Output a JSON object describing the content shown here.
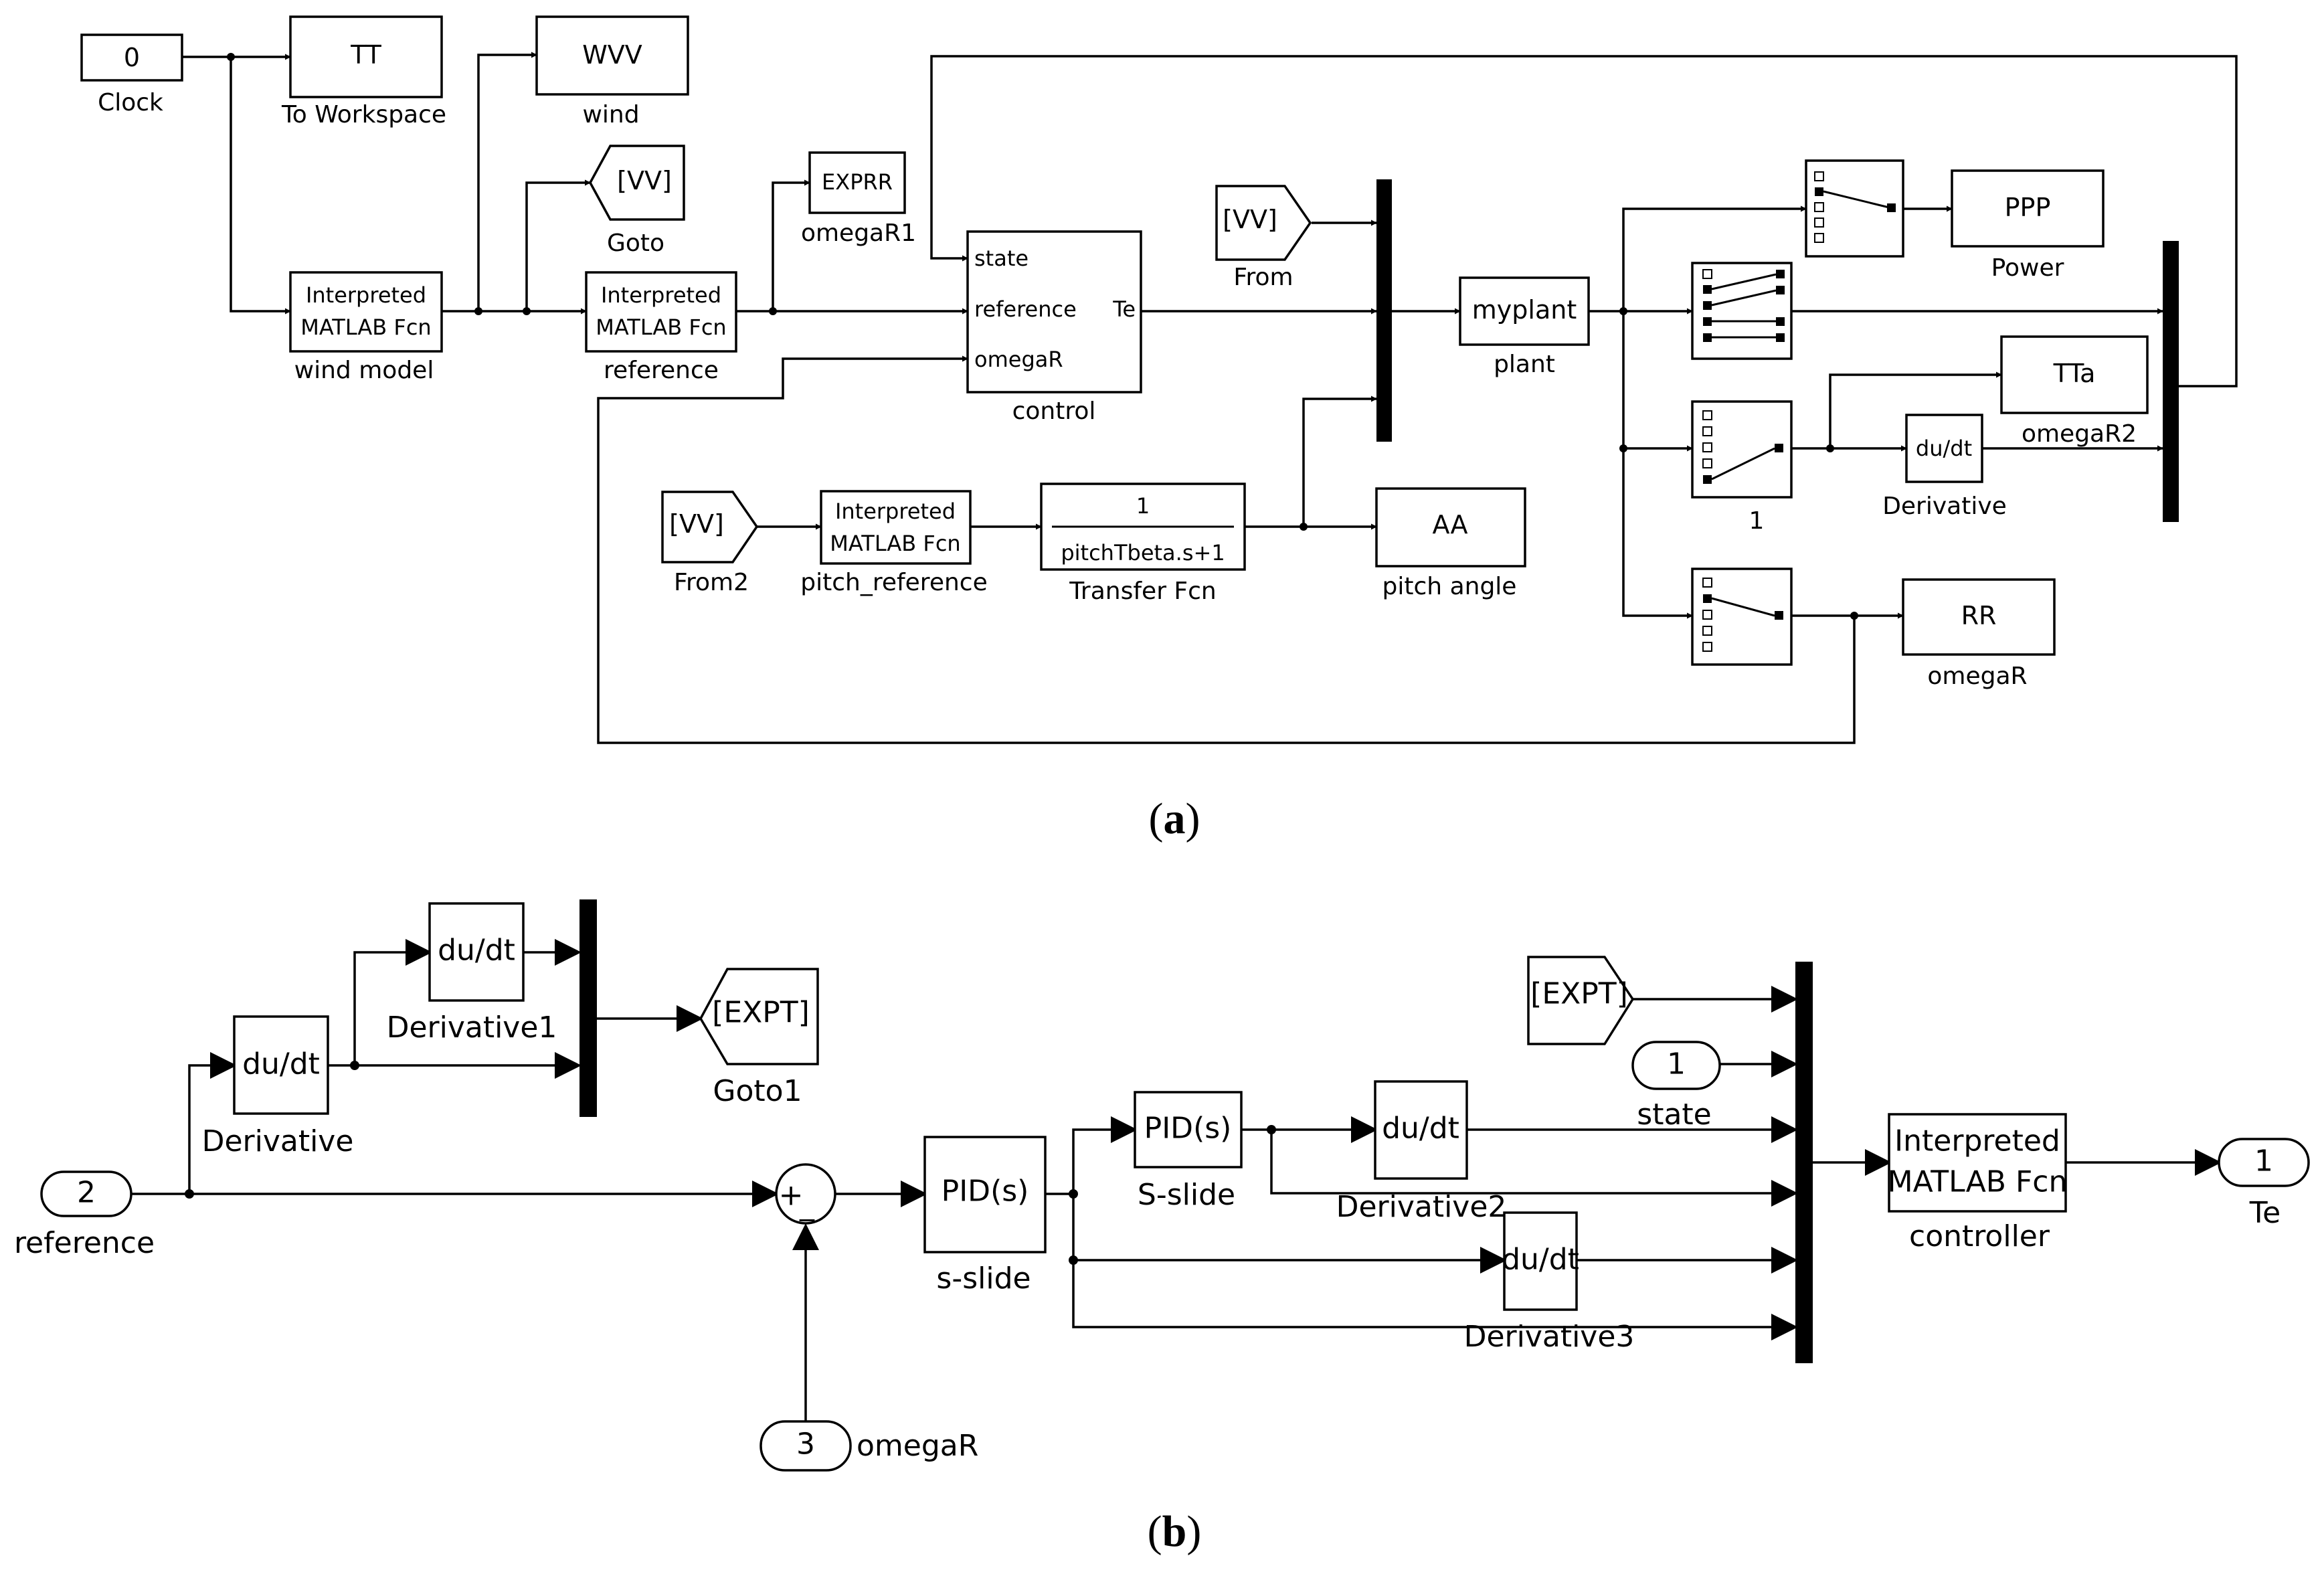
{
  "panel_a": {
    "caption_open": "(",
    "caption_letter": "a",
    "caption_close": ")",
    "clock": {
      "value": "0",
      "label": "Clock"
    },
    "to_workspace": {
      "value": "TT",
      "label": "To Workspace"
    },
    "wind": {
      "value": "WVV",
      "label": "wind"
    },
    "goto": {
      "value": "[VV]",
      "label": "Goto"
    },
    "wind_model": {
      "line1": "Interpreted",
      "line2": "MATLAB Fcn",
      "label": "wind model"
    },
    "reference": {
      "line1": "Interpreted",
      "line2": "MATLAB Fcn",
      "label": "reference"
    },
    "omegaR1": {
      "value": "EXPRR",
      "label": "omegaR1"
    },
    "control": {
      "in1": "state",
      "in2": "reference",
      "in3": "omegaR",
      "out1": "Te",
      "label": "control"
    },
    "from": {
      "value": "[VV]",
      "label": "From"
    },
    "plant": {
      "value": "myplant",
      "label": "plant"
    },
    "power": {
      "value": "PPP",
      "label": "Power"
    },
    "omegaR2": {
      "value": "TTa",
      "label": "omegaR2"
    },
    "selector1": {
      "label": "1"
    },
    "derivative": {
      "value": "du/dt",
      "label": "Derivative"
    },
    "omegaR": {
      "value": "RR",
      "label": "omegaR"
    },
    "from2": {
      "value": "[VV]",
      "label": "From2"
    },
    "pitch_reference": {
      "line1": "Interpreted",
      "line2": "MATLAB Fcn",
      "label": "pitch_reference"
    },
    "transfer_fcn": {
      "numerator": "1",
      "denominator": "pitchTbeta.s+1",
      "label": "Transfer Fcn"
    },
    "pitch_angle": {
      "value": "AA",
      "label": "pitch angle"
    }
  },
  "panel_b": {
    "caption_open": "(",
    "caption_letter": "b",
    "caption_close": ")",
    "in_reference": {
      "number": "2",
      "label": "reference"
    },
    "derivative": {
      "value": "du/dt",
      "label": "Derivative"
    },
    "derivative1": {
      "value": "du/dt",
      "label": "Derivative1"
    },
    "goto1": {
      "value": "[EXPT]",
      "label": "Goto1"
    },
    "sum": {
      "plus": "+",
      "minus": "_"
    },
    "in_omegaR": {
      "number": "3",
      "label": "omegaR"
    },
    "s_slide_pid": {
      "value": "PID(s)",
      "label": "s-slide"
    },
    "S_slide_pid": {
      "value": "PID(s)",
      "label": "S-slide"
    },
    "derivative2": {
      "value": "du/dt",
      "label": "Derivative2"
    },
    "derivative3": {
      "value": "du/dt",
      "label": "Derivative3"
    },
    "from_expt": {
      "value": "[EXPT]"
    },
    "in_state": {
      "number": "1",
      "label": "state"
    },
    "controller": {
      "line1": "Interpreted",
      "line2": "MATLAB Fcn",
      "label": "controller"
    },
    "out_te": {
      "number": "1",
      "label": "Te"
    }
  }
}
